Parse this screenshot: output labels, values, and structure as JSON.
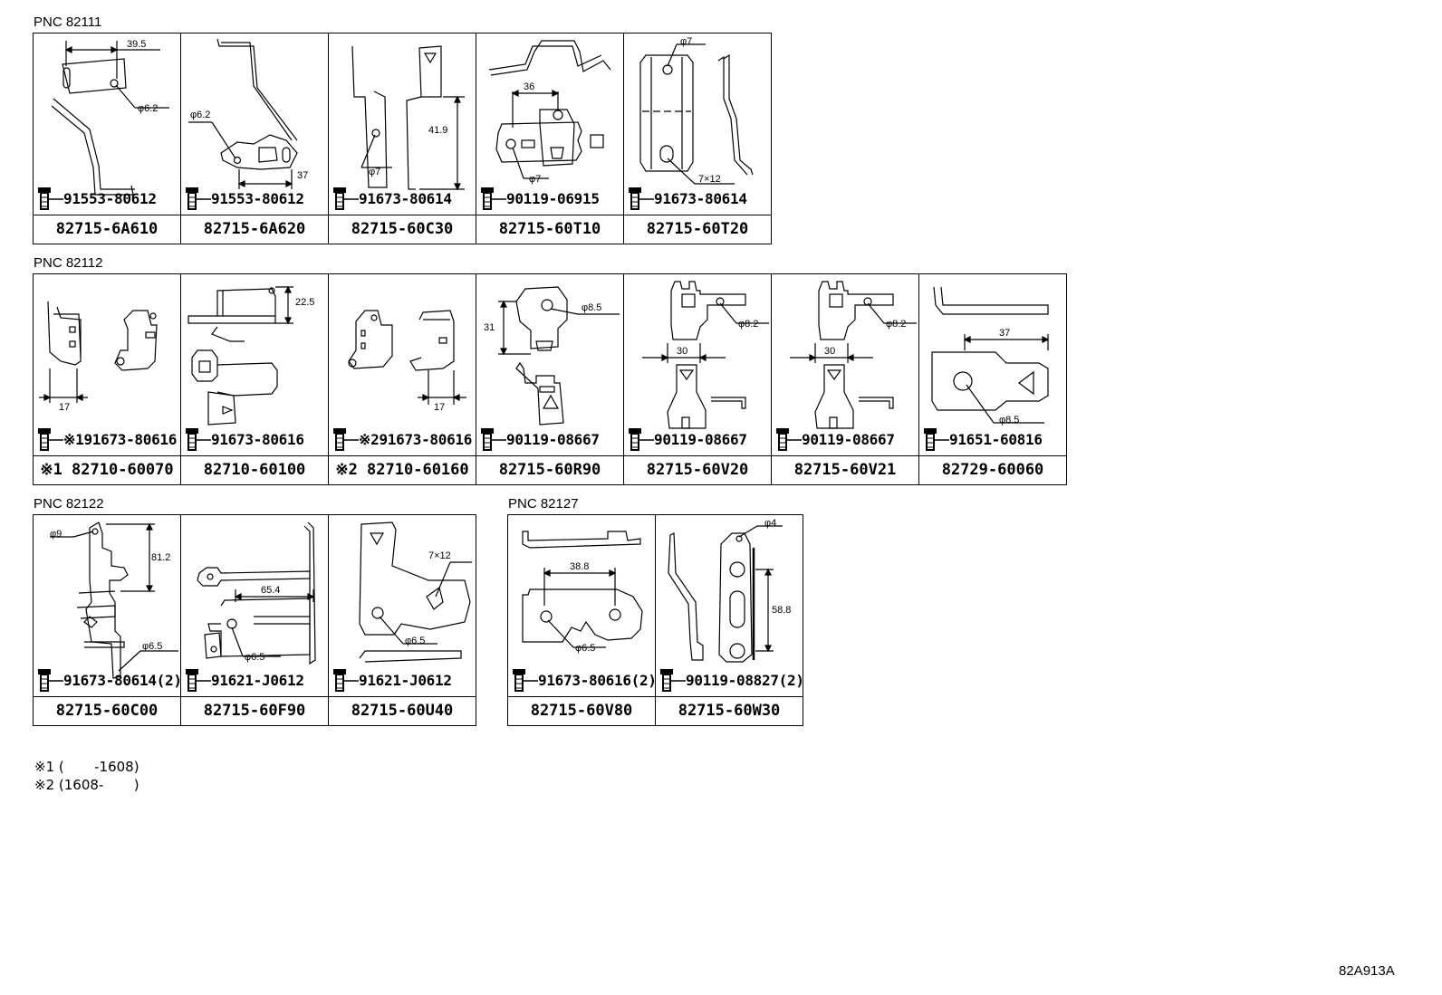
{
  "groups": [
    {
      "pnc": "PNC 82111"
    },
    {
      "pnc": "PNC 82112"
    },
    {
      "pnc": "PNC 82122"
    },
    {
      "pnc": "PNC 82127"
    }
  ],
  "cells": [
    {
      "bolt": "91553-80612",
      "part": "82715-6A610",
      "dims": [
        "39.5",
        "φ6.2"
      ]
    },
    {
      "bolt": "91553-80612",
      "part": "82715-6A620",
      "dims": [
        "φ6.2",
        "37"
      ]
    },
    {
      "bolt": "91673-80614",
      "part": "82715-60C30",
      "dims": [
        "41.9",
        "φ7"
      ]
    },
    {
      "bolt": "90119-06915",
      "part": "82715-60T10",
      "dims": [
        "36",
        "φ7"
      ]
    },
    {
      "bolt": "91673-80614",
      "part": "82715-60T20",
      "dims": [
        "φ7",
        "7×12"
      ]
    },
    {
      "bolt": "※191673-80616",
      "part": "※1 82710-60070",
      "dims": [
        "17"
      ]
    },
    {
      "bolt": "91673-80616",
      "part": "82710-60100",
      "dims": [
        "22.5"
      ]
    },
    {
      "bolt": "※291673-80616",
      "part": "※2 82710-60160",
      "dims": [
        "17"
      ]
    },
    {
      "bolt": "90119-08667",
      "part": "82715-60R90",
      "dims": [
        "φ8.5",
        "31"
      ]
    },
    {
      "bolt": "90119-08667",
      "part": "82715-60V20",
      "dims": [
        "φ8.2",
        "30"
      ]
    },
    {
      "bolt": "90119-08667",
      "part": "82715-60V21",
      "dims": [
        "φ8.2",
        "30"
      ]
    },
    {
      "bolt": "91651-60816",
      "part": "82729-60060",
      "dims": [
        "37",
        "φ8.5"
      ]
    },
    {
      "bolt": "91673-80614(2)",
      "part": "82715-60C00",
      "dims": [
        "φ9",
        "81.2",
        "φ6.5"
      ]
    },
    {
      "bolt": "91621-J0612",
      "part": "82715-60F90",
      "dims": [
        "65.4",
        "φ6.5"
      ]
    },
    {
      "bolt": "91621-J0612",
      "part": "82715-60U40",
      "dims": [
        "7×12",
        "φ6.5"
      ]
    },
    {
      "bolt": "91673-80616(2)",
      "part": "82715-60V80",
      "dims": [
        "38.8",
        "φ6.5"
      ]
    },
    {
      "bolt": "90119-08827(2)",
      "part": "82715-60W30",
      "dims": [
        "φ4",
        "58.8"
      ]
    }
  ],
  "notes": [
    "※1 (       -1608)",
    "※2 (1608-       )"
  ],
  "reference": "82A913A"
}
